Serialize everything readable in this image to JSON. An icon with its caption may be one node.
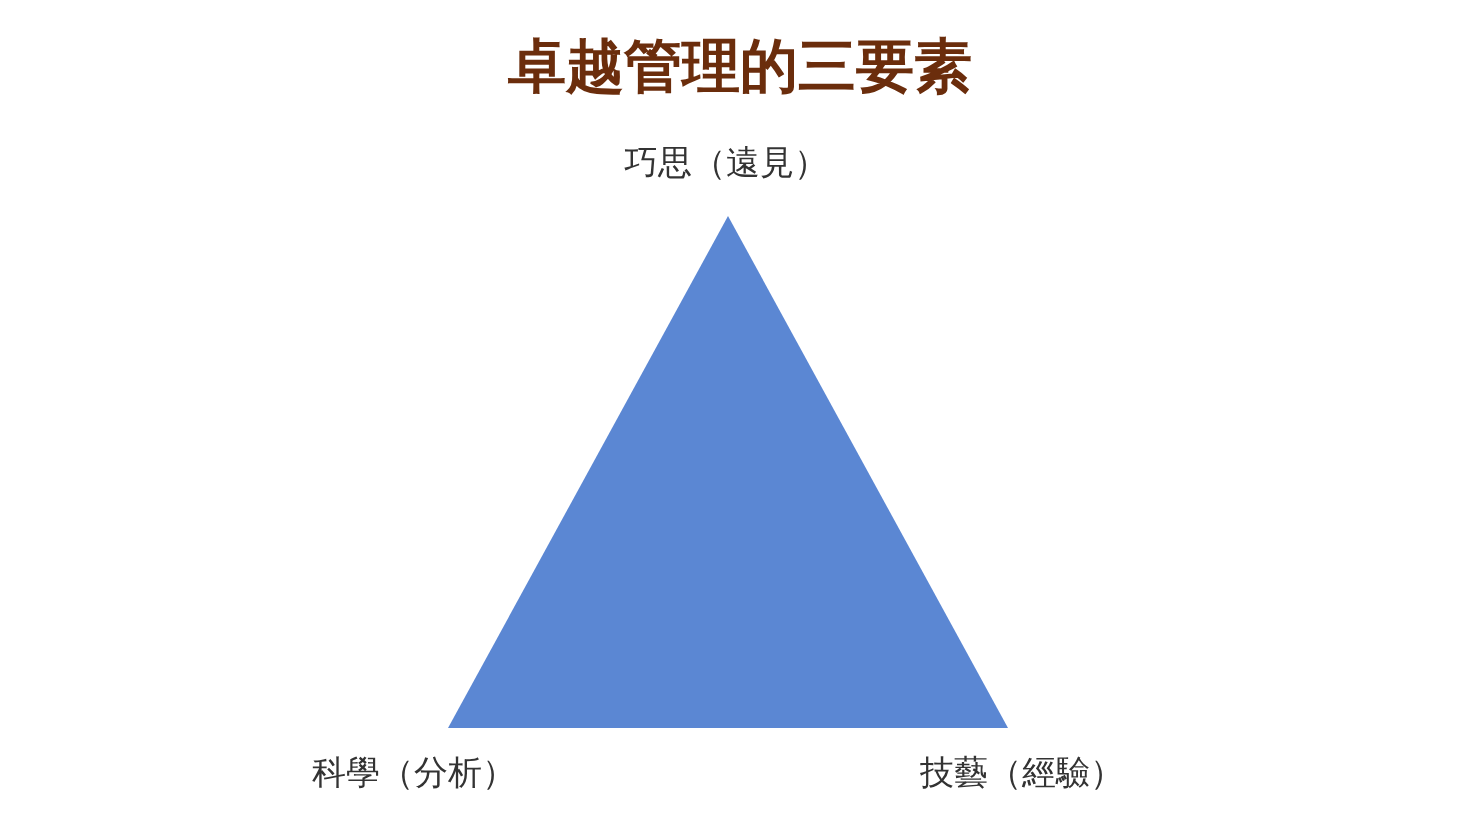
{
  "diagram": {
    "title": "卓越管理的三要素",
    "nodes": [
      {
        "text": [],
        "shape": "triangle",
        "beside": [
          "巧思（遠見）",
          "科學（分析）",
          "技藝（經驗）"
        ]
      }
    ]
  }
}
